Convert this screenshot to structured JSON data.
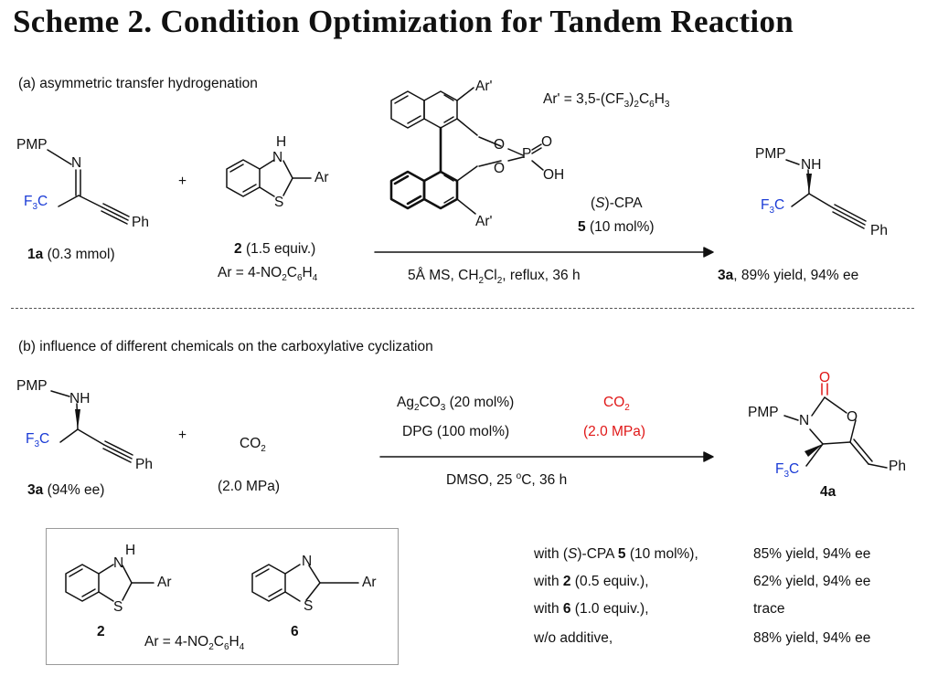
{
  "title": "Scheme 2. Condition Optimization for Tandem Reaction",
  "colors": {
    "cf3_blue": "#1a3bd6",
    "co2_red": "#e01818"
  },
  "a": {
    "label": "(a) asymmetric transfer hydrogenation",
    "sm1": {
      "pmp": "PMP",
      "n": "N",
      "f3c": "F3C",
      "ph": "Ph",
      "compound": "1a",
      "amount": "(0.3 mmol)"
    },
    "plus": "+",
    "sm2": {
      "nh": "H",
      "nh_n": "N",
      "s": "S",
      "ar": "Ar",
      "compound": "2",
      "amount": "(1.5 equiv.)",
      "ar_def": "Ar = 4-NO2C6H4"
    },
    "catalyst": {
      "ar_top": "Ar'",
      "ar_bottom": "Ar'",
      "ar_def": "Ar' = 3,5-(CF3)2C6H3",
      "o1": "O",
      "o2": "O",
      "p": "P",
      "oxo": "O",
      "oh": "OH",
      "name_s": "S",
      "name": "-CPA",
      "num": "5",
      "loading": "(10 mol%)"
    },
    "conditions": "5Å MS, CH2Cl2, reflux, 36 h",
    "product": {
      "pmp": "PMP",
      "nh": "NH",
      "f3c": "F3C",
      "ph": "Ph",
      "compound": "3a",
      "result": ", 89% yield, 94% ee"
    }
  },
  "b": {
    "label": "(b) influence of different chemicals on the carboxylative cyclization",
    "sm": {
      "pmp": "PMP",
      "nh": "NH",
      "f3c": "F3C",
      "ph": "Ph",
      "compound": "3a",
      "ee": "(94% ee)"
    },
    "plus": "+",
    "co2": "CO2",
    "pressure": "(2.0 MPa)",
    "reagents": {
      "ag": "Ag2CO3 (20 mol%)",
      "dpg": "DPG (100 mol%)",
      "co2": "CO2",
      "co2_p": "(2.0 MPa)"
    },
    "conditions": "DMSO, 25 °C, 36 h",
    "product": {
      "pmp": "PMP",
      "n": "N",
      "o_ring": "O",
      "o_carbonyl": "O",
      "f3c": "F3C",
      "ph": "Ph",
      "compound": "4a"
    },
    "box": {
      "c2": "2",
      "c6": "6",
      "ar_def": "Ar = 4-NO2C6H4",
      "h": "H",
      "n1": "N",
      "s1": "S",
      "ar1": "Ar",
      "n2": "N",
      "s2": "S",
      "ar2": "Ar"
    },
    "results": [
      {
        "cond": "with (S)-CPA 5 (10 mol%),",
        "res": "85% yield, 94% ee"
      },
      {
        "cond": "with 2 (0.5 equiv.),",
        "res": "62% yield, 94% ee"
      },
      {
        "cond": "with 6 (1.0 equiv.),",
        "res": "trace"
      },
      {
        "cond": "w/o additive,",
        "res": "88% yield, 94% ee"
      }
    ]
  }
}
